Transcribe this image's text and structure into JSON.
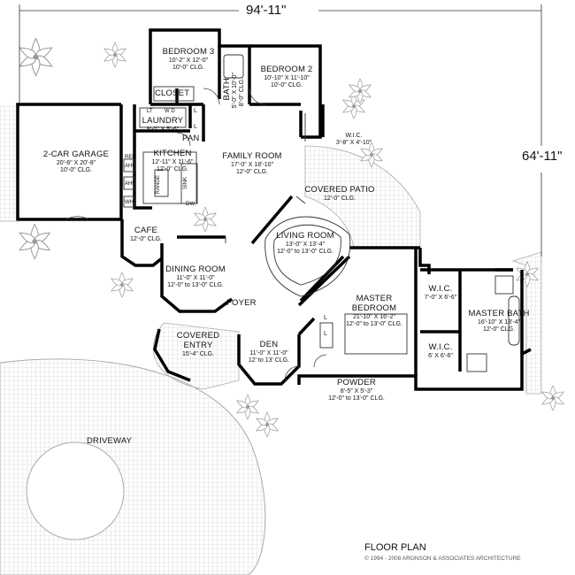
{
  "dimensions": {
    "width": "94'-11\"",
    "depth": "64'-11\""
  },
  "rooms": {
    "bedroom3": {
      "name": "BEDROOM 3",
      "size": "10'-2\" X 12'-0\"",
      "clg": "10'-0\" CLG."
    },
    "bedroom2": {
      "name": "BEDROOM 2",
      "size": "10'-10\" X 11'-10\"",
      "clg": "10'-0\" CLG."
    },
    "bath": {
      "name": "BATH",
      "size": "5'-0\" X 10'-0\"",
      "clg": "8'-0\" CLG."
    },
    "closet": {
      "name": "CLOSET"
    },
    "laundry": {
      "name": "LAUNDRY",
      "size": "9'-0\" X 5'-6\""
    },
    "pan": {
      "name": "PAN"
    },
    "kitchen": {
      "name": "KITCHEN",
      "size": "12'-11\" X 11'-6\"",
      "clg": "12'-0\" CLG."
    },
    "garage": {
      "name": "2-CAR GARAGE",
      "size": "20'-6\" X 20'-8\"",
      "clg": "10'-0\" CLG."
    },
    "family": {
      "name": "FAMILY ROOM",
      "size": "17'-0\" X 18'-10\"",
      "clg": "12'-0\" CLG."
    },
    "wic_top": {
      "name": "W.I.C.",
      "size": "3'-8\" X 4'-10\""
    },
    "patio": {
      "name": "COVERED PATIO",
      "clg": "12'-0\" CLG."
    },
    "cafe": {
      "name": "CAFE",
      "clg": "12'-0\" CLG."
    },
    "living": {
      "name": "LIVING ROOM",
      "size": "13'-0\" X 13'-4\"",
      "clg": "12'-0\" to 13'-0\" CLG."
    },
    "dining": {
      "name": "DINING ROOM",
      "size": "11'-0\" X 11'-0\"",
      "clg": "12'-0\" to 13'-0\" CLG."
    },
    "foyer": {
      "name": "FOYER"
    },
    "master": {
      "name": "MASTER",
      "name2": "BEDROOM",
      "size": "21'-10\" X 16'-2\"",
      "clg": "12'-0\" to 13'-0\" CLG."
    },
    "wic_master1": {
      "name": "W.I.C.",
      "size": "7'-0\" X 6'-6\""
    },
    "wic_master2": {
      "name": "W.I.C.",
      "size": "6' X 6'-6\""
    },
    "master_bath": {
      "name": "MASTER BATH",
      "size": "16'-10\" X 13'-4\"",
      "clg": "12'-0\" CLG."
    },
    "entry": {
      "name": "COVERED",
      "name2": "ENTRY",
      "size": "15'-4\" CLG."
    },
    "den": {
      "name": "DEN",
      "size": "11'-0\" X 11'-0\"",
      "clg": "12' to 13' CLG."
    },
    "powder": {
      "name": "POWDER",
      "size": "8'-5\" X 5'-3\"",
      "clg": "12'-0\" to 13'-0\" CLG."
    }
  },
  "fixtures": {
    "ref": "REF",
    "ahu1": "AHU",
    "ahu2": "AHU",
    "wh": "WH",
    "range": "RANGE",
    "sink": "SINK",
    "dw": "DW",
    "lt": "LT",
    "wd": "W D",
    "l1": "L",
    "l2": "L",
    "l3": "L",
    "l4": "L"
  },
  "driveway": "DRIVEWAY",
  "title": "FLOOR PLAN",
  "copyright": "© 1994 - 2008 ARONSON & ASSOCIATES ARCHITECTURE"
}
